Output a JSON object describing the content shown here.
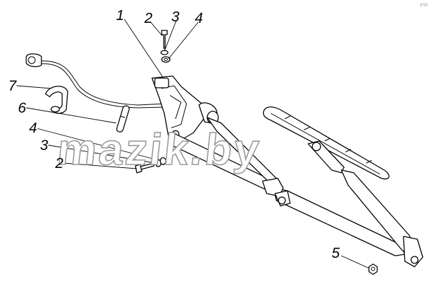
{
  "diagram": {
    "watermark": "mazik.by",
    "corner_mark": "Z°ZZ",
    "callouts": {
      "c1": "1",
      "c2_top": "2",
      "c3_top": "3",
      "c4_top": "4",
      "c7": "7",
      "c6": "6",
      "c4_left": "4",
      "c3_left": "3",
      "c2_left": "2",
      "c5": "5"
    }
  }
}
